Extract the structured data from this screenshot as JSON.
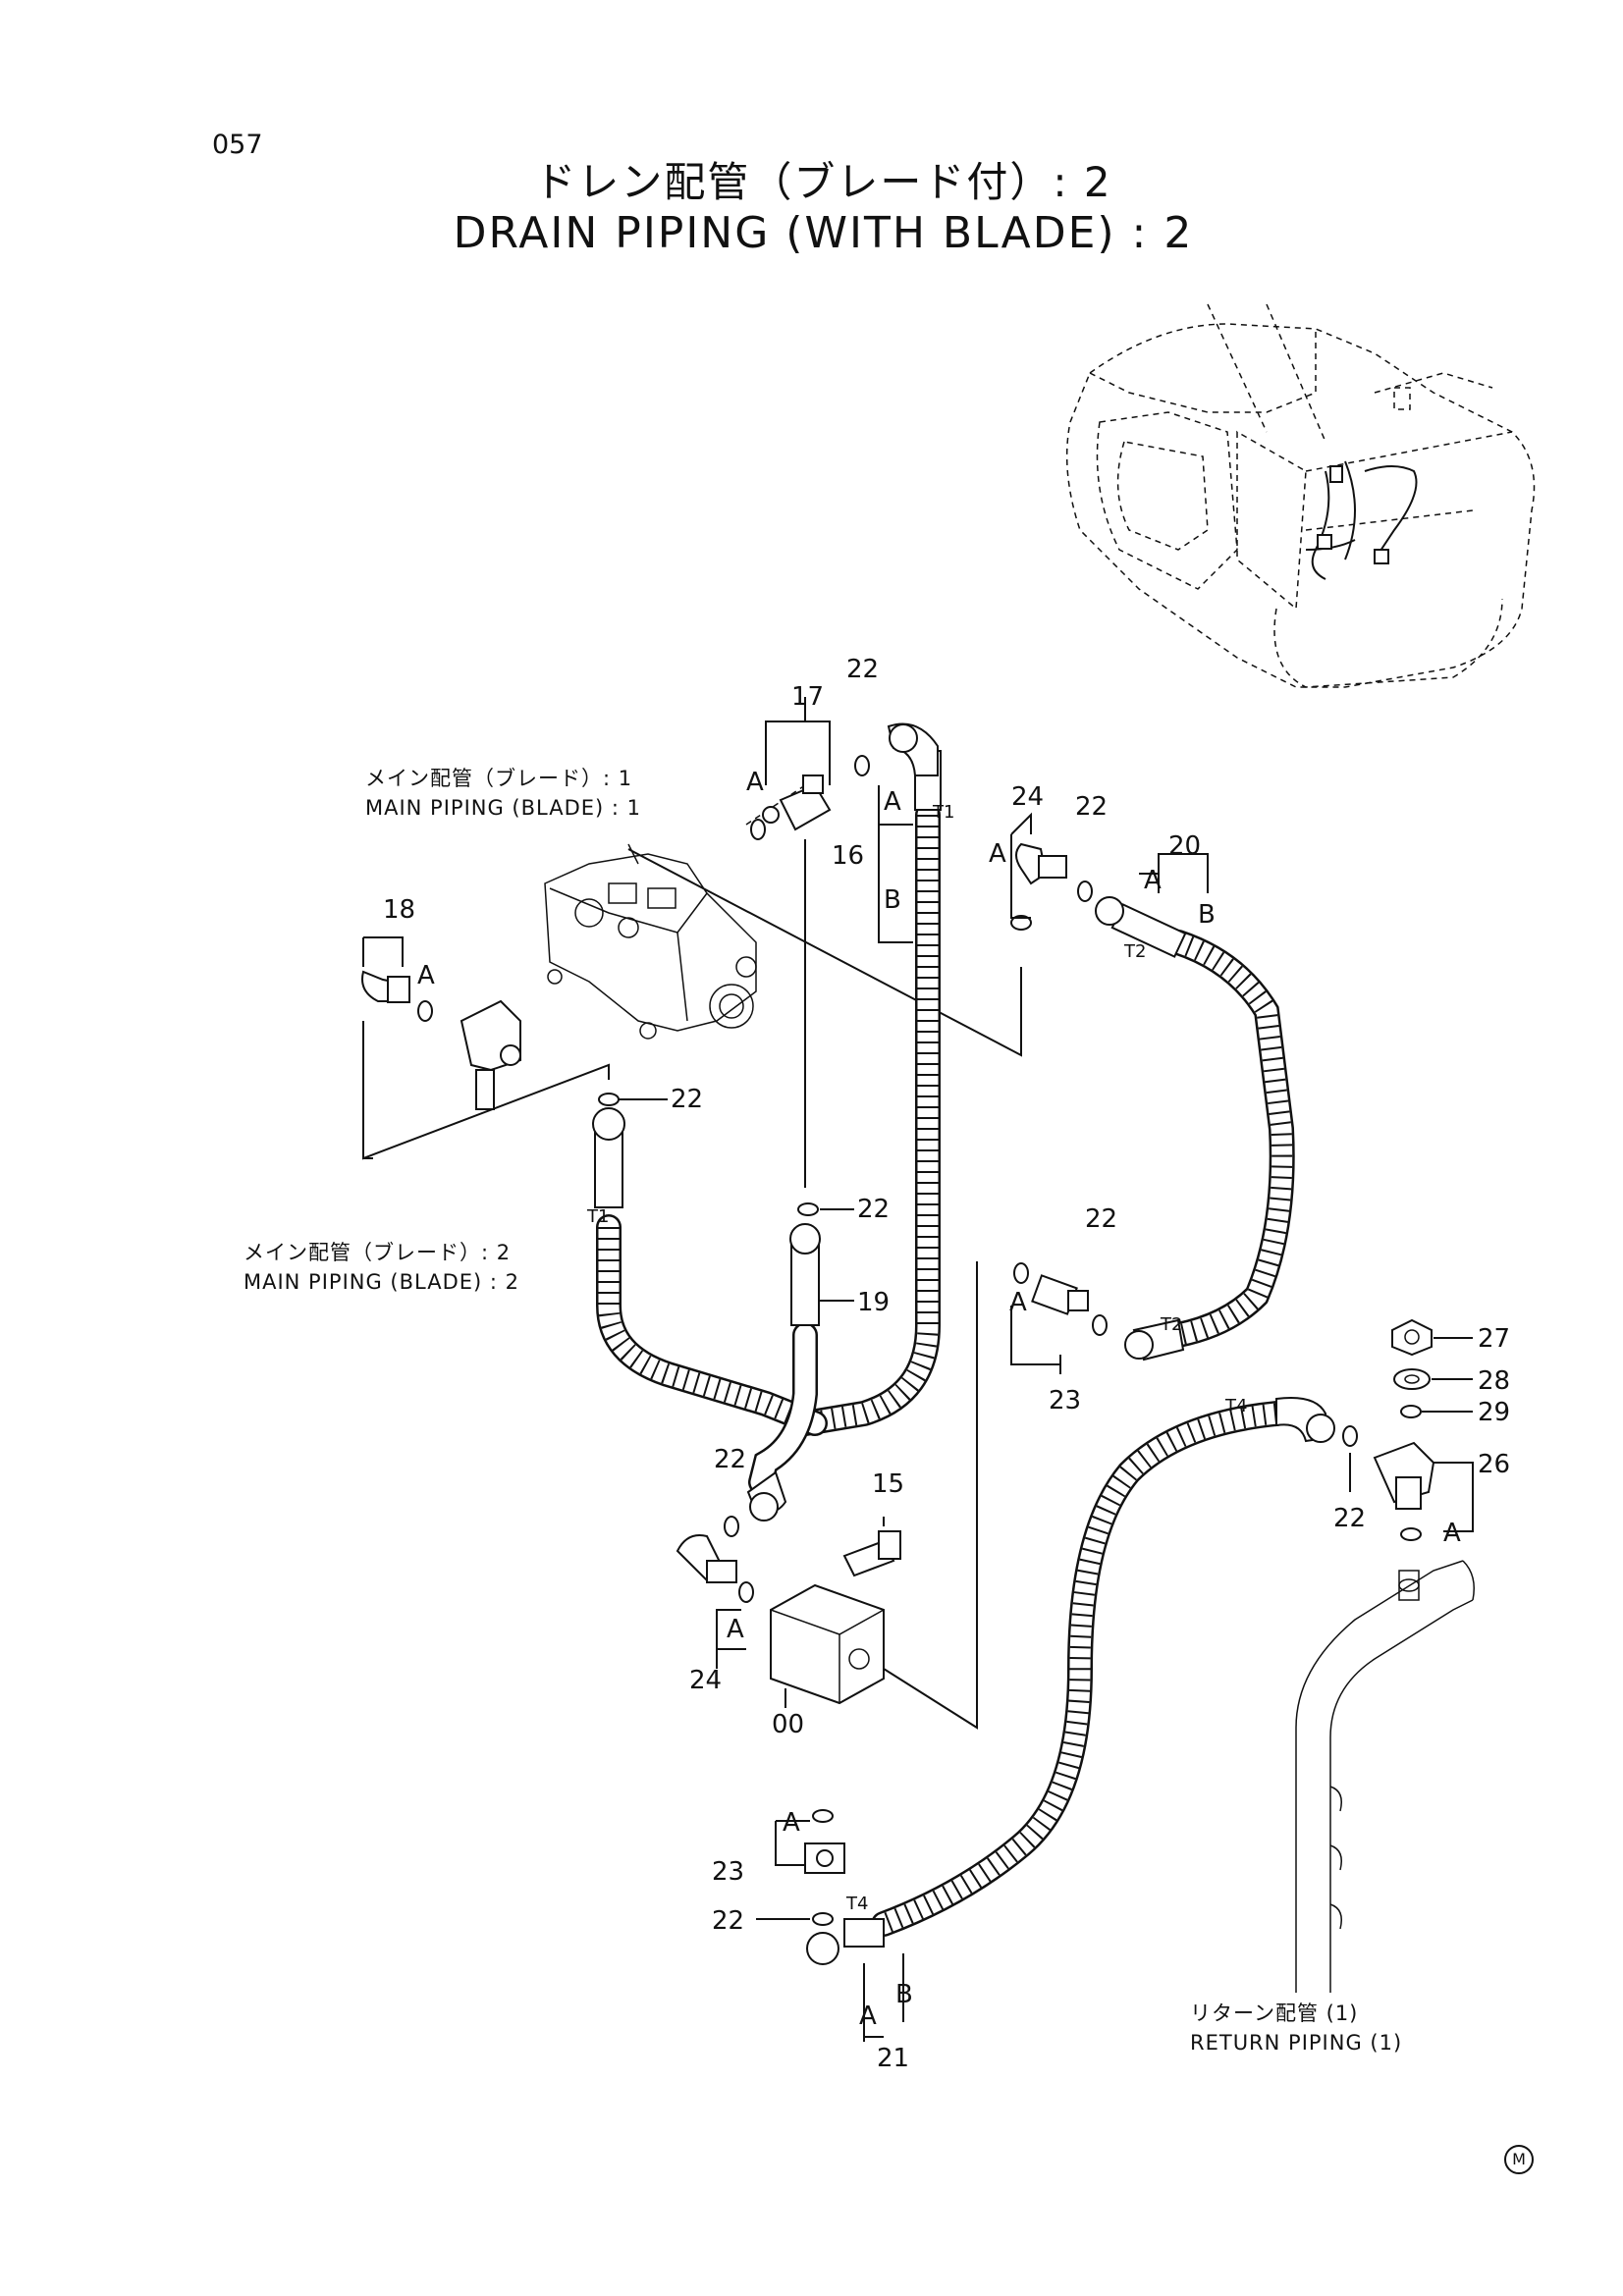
{
  "page_number": "057",
  "title_jp": "ドレン配管（ブレード付）: 2",
  "title_en": "DRAIN PIPING (WITH BLADE) : 2",
  "annotations": {
    "main_piping_1_jp": "メイン配管（ブレード）: 1",
    "main_piping_1_en": "MAIN PIPING (BLADE) : 1",
    "main_piping_2_jp": "メイン配管（ブレード）: 2",
    "main_piping_2_en": "MAIN PIPING (BLADE) : 2",
    "return_piping_jp": "リターン配管 (1)",
    "return_piping_en": "RETURN PIPING (1)"
  },
  "part_numbers": {
    "p00": "00",
    "p15": "15",
    "p16": "16",
    "p17": "17",
    "p18": "18",
    "p19": "19",
    "p20": "20",
    "p21": "21",
    "p22": "22",
    "p23": "23",
    "p24": "24",
    "p26": "26",
    "p27": "27",
    "p28": "28",
    "p29": "29"
  },
  "port_labels": {
    "a": "A",
    "b": "B",
    "t1": "T1",
    "t2": "T2",
    "t4": "T4"
  },
  "corner_mark": "M"
}
